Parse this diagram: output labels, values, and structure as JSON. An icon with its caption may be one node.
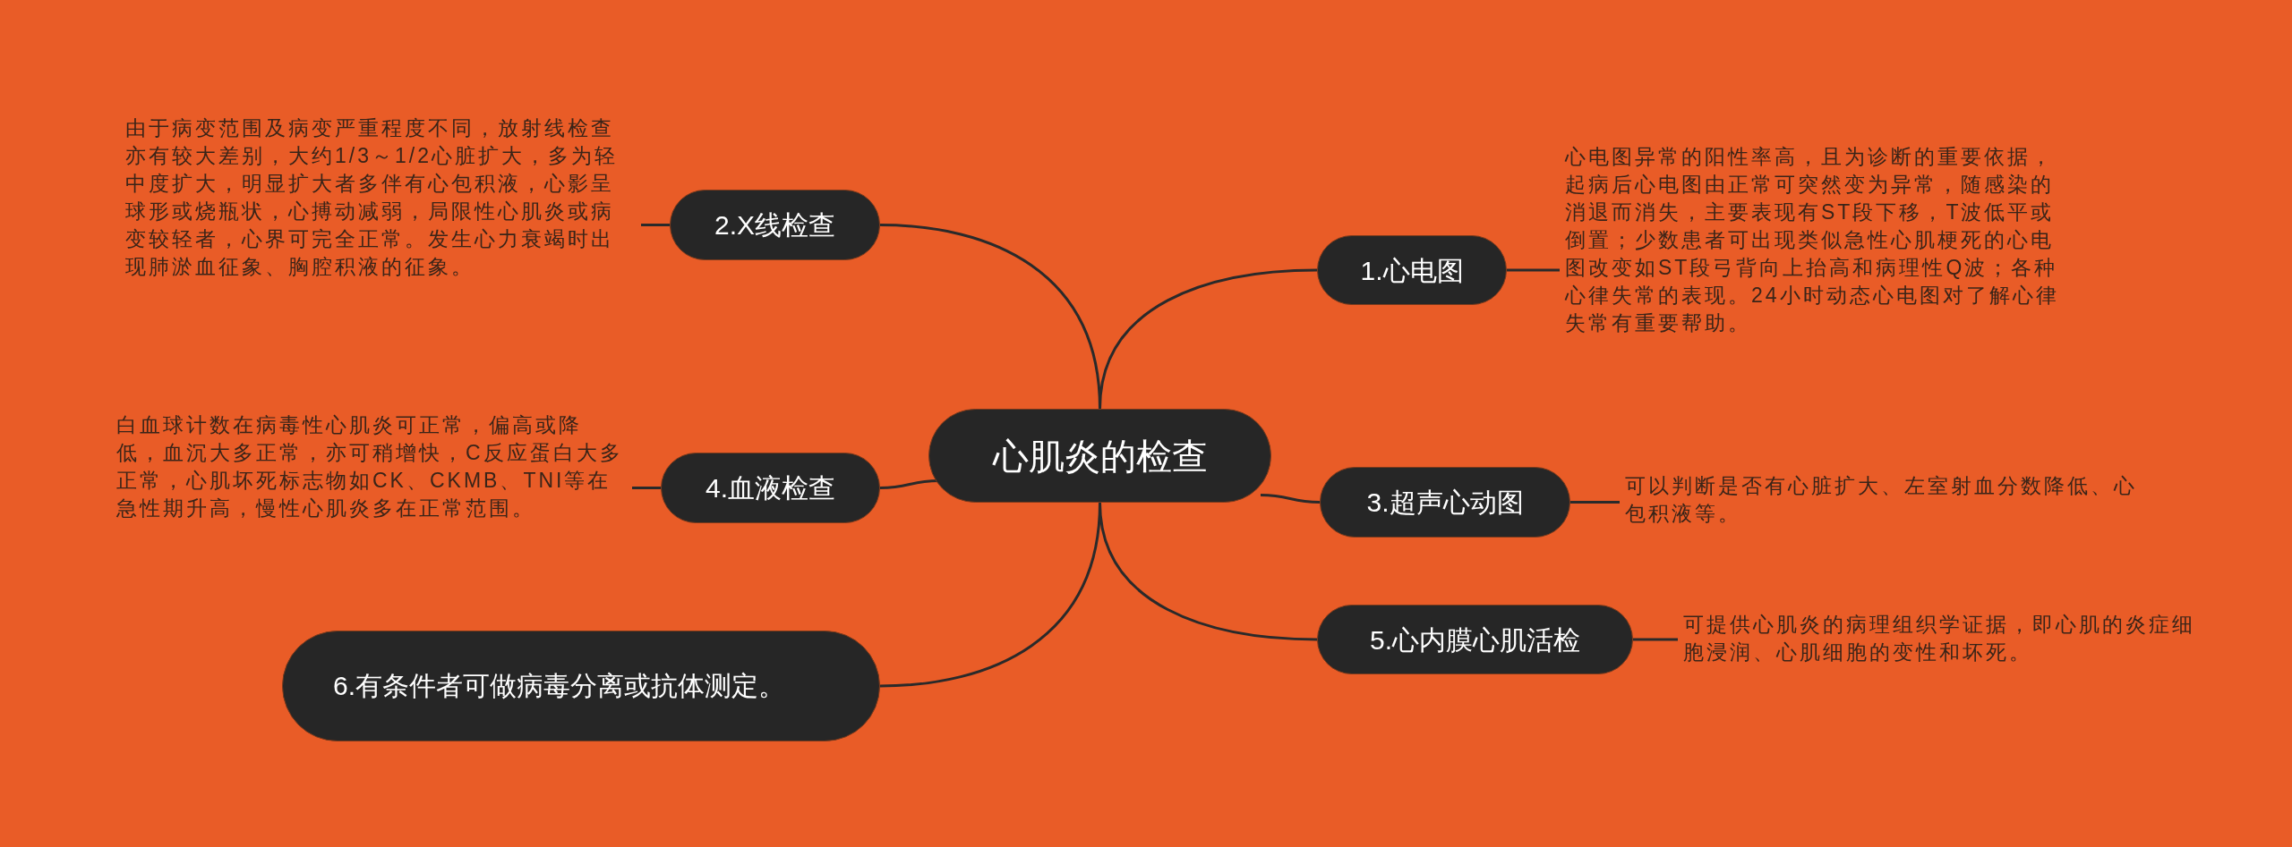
{
  "diagram": {
    "nodes": [
      {
        "text": [
          "心肌炎的检查"
        ]
      },
      {
        "text": [
          "1.心电图"
        ]
      },
      {
        "text": [
          "心电图异常的阳性率高，且为诊断的重要依据，起病后心电图由正常可突然变为异常，随感染的消退而消失，主要表现有ST段下移，T波低平或倒置；少数患者可出现类似急性心肌梗死的心电图改变如ST段弓背向上抬高和病理性Q波；各种心律失常的表现。24小时动态心电图对了解心律失常有重要帮助。"
        ]
      },
      {
        "text": [
          "2.X线检查"
        ]
      },
      {
        "text": [
          "由于病变范围及病变严重程度不同，放射线检查亦有较大差别，大约1/3～1/2心脏扩大，多为轻中度扩大，明显扩大者多伴有心包积液，心影呈球形或烧瓶状，心搏动减弱，局限性心肌炎或病变较轻者，心界可完全正常。发生心力衰竭时出现肺淤血征象、胸腔积液的征象。"
        ]
      },
      {
        "text": [
          "3.超声心动图"
        ]
      },
      {
        "text": [
          "可以判断是否有心脏扩大、左室射血分数降低、心包积液等。"
        ]
      },
      {
        "text": [
          "4.血液检查"
        ]
      },
      {
        "text": [
          "白血球计数在病毒性心肌炎可正常，偏高或降低，血沉大多正常，亦可稍增快，C反应蛋白大多正常，心肌坏死标志物如CK、CKMB、TNI等在急性期升高，慢性心肌炎多在正常范围。"
        ]
      },
      {
        "text": [
          "5.心内膜心肌活检"
        ]
      },
      {
        "text": [
          "可提供心肌炎的病理组织学证据，即心肌的炎症细胞浸润、心肌细胞的变性和坏死。"
        ]
      },
      {
        "text": [
          "6.有条件者可做病毒分离或抗体测定。"
        ]
      }
    ],
    "edges": [
      {
        "from": 0,
        "to": 1,
        "arrow": "none"
      },
      {
        "from": 1,
        "to": 2,
        "arrow": "none"
      },
      {
        "from": 0,
        "to": 3,
        "arrow": "none"
      },
      {
        "from": 3,
        "to": 4,
        "arrow": "none"
      },
      {
        "from": 0,
        "to": 5,
        "arrow": "none"
      },
      {
        "from": 5,
        "to": 6,
        "arrow": "none"
      },
      {
        "from": 0,
        "to": 7,
        "arrow": "none"
      },
      {
        "from": 7,
        "to": 8,
        "arrow": "none"
      },
      {
        "from": 0,
        "to": 9,
        "arrow": "none"
      },
      {
        "from": 9,
        "to": 10,
        "arrow": "none"
      },
      {
        "from": 0,
        "to": 11,
        "arrow": "none"
      }
    ]
  }
}
